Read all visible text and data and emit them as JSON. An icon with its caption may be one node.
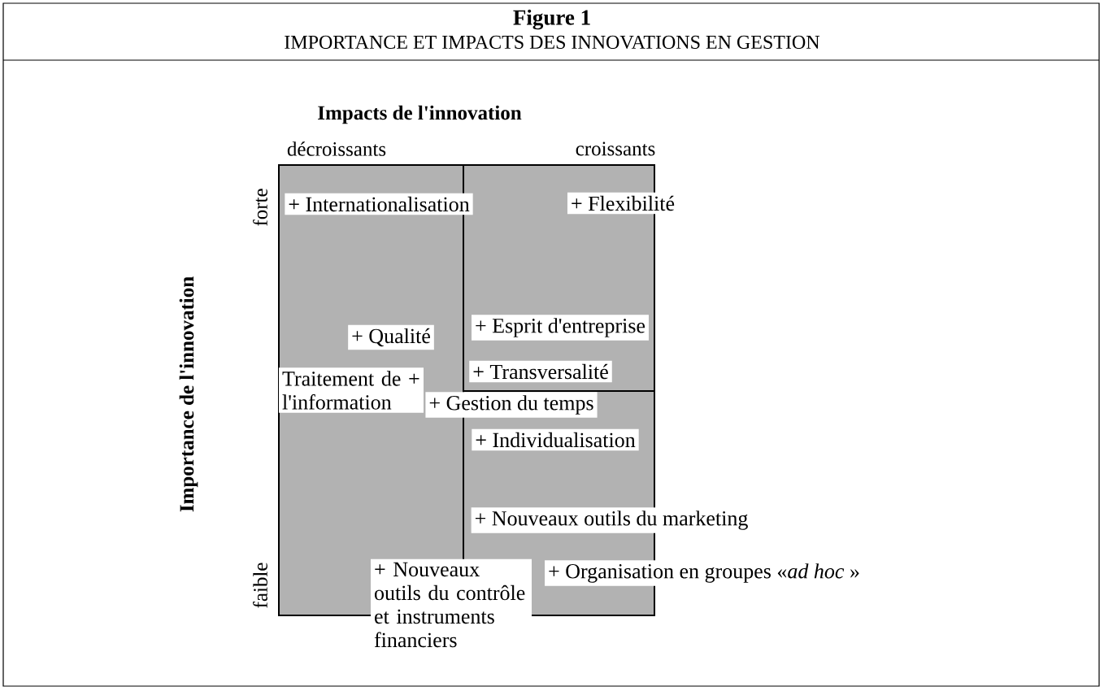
{
  "diagram": {
    "title": "Figure 1",
    "nodes": [
      {
        "text": [
          "+ Internationalisation"
        ]
      },
      {
        "text": [
          "+ Flexibilité"
        ]
      },
      {
        "text": [
          "+ Esprit d'entreprise"
        ]
      },
      {
        "text": [
          "+ Qualité"
        ]
      },
      {
        "text": [
          "Traitement de + l'information"
        ]
      },
      {
        "text": [
          "+ Transversalité"
        ]
      },
      {
        "text": [
          "+ Gestion du temps"
        ]
      },
      {
        "text": [
          "+ Individualisation"
        ]
      },
      {
        "text": [
          "+ Nouveaux outils du marketing"
        ]
      },
      {
        "text": [
          "+ Nouveaux outils du contrôle et instruments financiers"
        ]
      },
      {
        "text": [
          "+ Organisation en groupes «*ad hoc* »"
        ]
      }
    ],
    "labels": [
      "IMPORTANCE ET IMPACTS DES INNOVATIONS EN GESTION",
      "Impacts de l'innovation",
      "décroissants",
      "croissants",
      "forte",
      "Importance de l'innovation",
      "faible"
    ]
  }
}
